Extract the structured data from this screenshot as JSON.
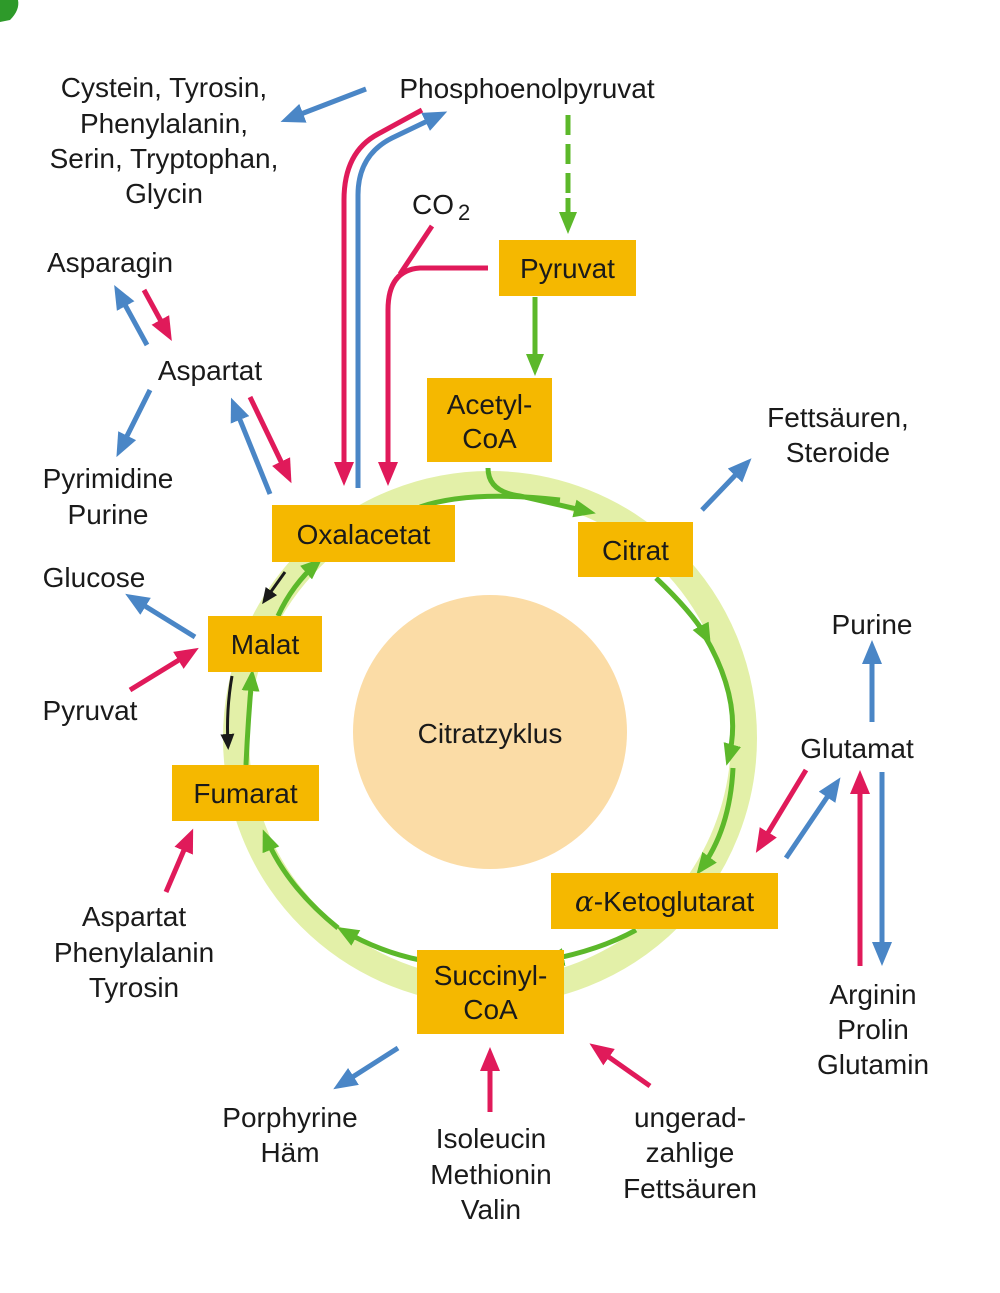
{
  "colors": {
    "box": "#f5b800",
    "ring": "#e3f0a8",
    "center": "#fbdca6",
    "green": "#5cb82a",
    "blue": "#4a86c6",
    "red": "#e01a5a",
    "black": "#1a1a1a"
  },
  "center_label": "Citratzyklus",
  "boxes": {
    "pyruvat": "Pyruvat",
    "acetyl": [
      "Acetyl-",
      "CoA"
    ],
    "citrat": "Citrat",
    "oxalacetat": "Oxalacetat",
    "malat": "Malat",
    "fumarat": "Fumarat",
    "ketoglutarat_prefix": "α",
    "ketoglutarat": "-Ketoglutarat",
    "succinyl": [
      "Succinyl-",
      "CoA"
    ]
  },
  "labels": {
    "pep": "Phosphoenolpyruvat",
    "co2_main": "CO",
    "co2_sub": "2",
    "cystein_group": [
      "Cystein, Tyrosin,",
      "Phenylalanin,",
      "Serin, Tryptophan,",
      "Glycin"
    ],
    "asparagin": "Asparagin",
    "aspartat": "Aspartat",
    "pyrimidine_purine": [
      "Pyrimidine",
      "Purine"
    ],
    "glucose": "Glucose",
    "pyruvat_left": "Pyruvat",
    "aspartat_group": [
      "Aspartat",
      "Phenylalanin",
      "Tyrosin"
    ],
    "fettsaeuren_steroide": [
      "Fettsäuren,",
      "Steroide"
    ],
    "purine_right": "Purine",
    "glutamat": "Glutamat",
    "arginin_group": [
      "Arginin",
      "Prolin",
      "Glutamin"
    ],
    "porphyrine": [
      "Porphyrine",
      "Häm"
    ],
    "isoleucin_group": [
      "Isoleucin",
      "Methionin",
      "Valin"
    ],
    "ungerad_group": [
      "ungerad-",
      "zahlige",
      "Fettsäuren"
    ]
  }
}
